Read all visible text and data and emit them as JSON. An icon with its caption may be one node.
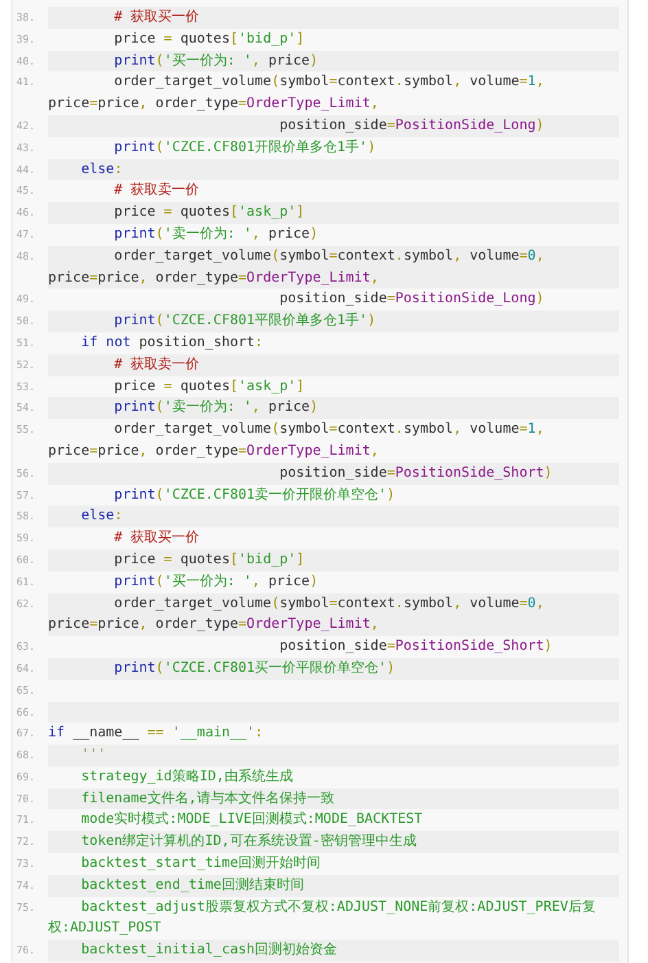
{
  "diagram": {
    "labels": [
      "38.",
      "        # 获取买一价",
      "39.",
      "        price = quotes['bid_p']",
      "40.",
      "        print('买一价为: ', price)",
      "41.",
      "        order_target_volume(symbol=context.symbol, volume=1, price=price, order_type=OrderType_Limit,",
      "42.",
      "                            position_side=PositionSide_Long)",
      "43.",
      "        print('CZCE.CF801开限价单多仓1手')",
      "44.",
      "    else:",
      "45.",
      "        # 获取卖一价",
      "46.",
      "        price = quotes['ask_p']",
      "47.",
      "        print('卖一价为: ', price)",
      "48.",
      "        order_target_volume(symbol=context.symbol, volume=0, price=price, order_type=OrderType_Limit,",
      "49.",
      "                            position_side=PositionSide_Long)",
      "50.",
      "        print('CZCE.CF801平限价单多仓1手')",
      "51.",
      "    if not position_short:",
      "52.",
      "        # 获取卖一价",
      "53.",
      "        price = quotes['ask_p']",
      "54.",
      "        print('卖一价为: ', price)",
      "55.",
      "        order_target_volume(symbol=context.symbol, volume=1, price=price, order_type=OrderType_Limit,",
      "56.",
      "                            position_side=PositionSide_Short)",
      "57.",
      "        print('CZCE.CF801卖一价开限价单空仓')",
      "58.",
      "    else:",
      "59.",
      "        # 获取买一价",
      "60.",
      "        price = quotes['bid_p']",
      "61.",
      "        print('买一价为: ', price)",
      "62.",
      "        order_target_volume(symbol=context.symbol, volume=0, price=price, order_type=OrderType_Limit,",
      "63.",
      "                            position_side=PositionSide_Short)",
      "64.",
      "        print('CZCE.CF801买一价平限价单空仓')",
      "65.",
      "66.",
      "67.",
      "if __name__ == '__main__':",
      "68.",
      "    '''",
      "69.",
      "    strategy_id策略ID,由系统生成",
      "70.",
      "    filename文件名,请与本文件名保持一致",
      "71.",
      "    mode实时模式:MODE_LIVE回测模式:MODE_BACKTEST",
      "72.",
      "    token绑定计算机的ID,可在系统设置-密钥管理中生成",
      "73.",
      "    backtest_start_time回测开始时间",
      "74.",
      "    backtest_end_time回测结束时间",
      "75.",
      "    backtest_adjust股票复权方式不复权:ADJUST_NONE前复权:ADJUST_PREV后复权:ADJUST_POST",
      "76.",
      "    backtest_initial_cash回测初始资金"
    ]
  }
}
